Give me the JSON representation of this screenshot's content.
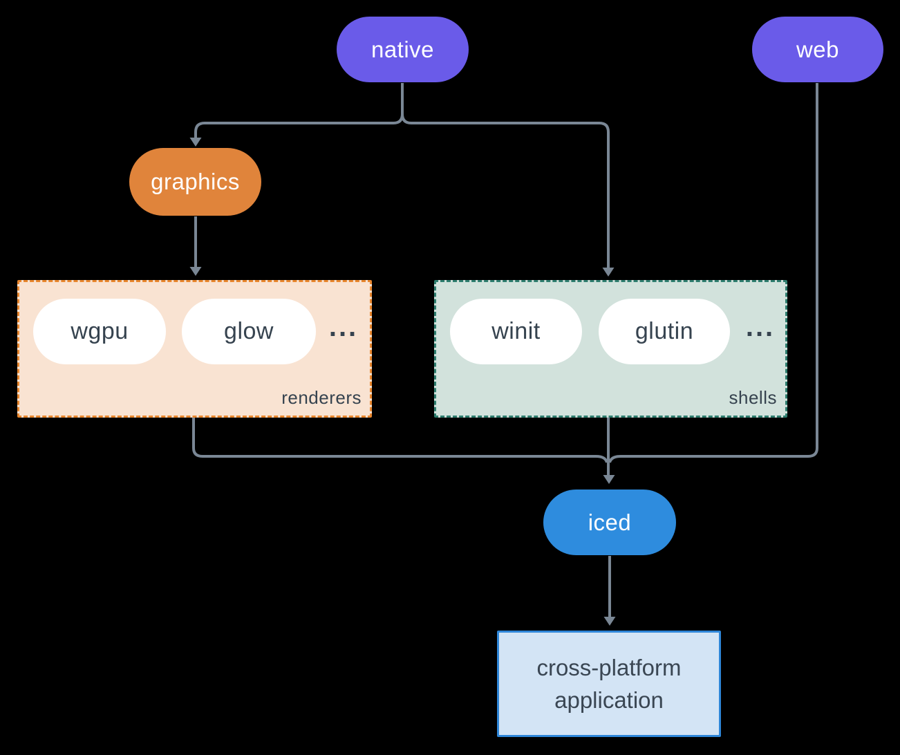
{
  "diagram": {
    "nodes": {
      "native": {
        "label": "native",
        "color": "#6A5BE9"
      },
      "web": {
        "label": "web",
        "color": "#6A5BE9"
      },
      "graphics": {
        "label": "graphics",
        "color": "#E0843B"
      },
      "iced": {
        "label": "iced",
        "color": "#2E8CDE"
      }
    },
    "groups": {
      "renderers": {
        "label": "renderers",
        "items": [
          "wgpu",
          "glow"
        ],
        "more": "...",
        "fill": "#F9E3D2",
        "border_color": "#E8862D"
      },
      "shells": {
        "label": "shells",
        "items": [
          "winit",
          "glutin"
        ],
        "more": "...",
        "fill": "#D2E2DC",
        "border_color": "#2E7D6E"
      }
    },
    "application": {
      "lines": [
        "cross-platform",
        "application"
      ],
      "fill": "#D3E4F5",
      "border_color": "#2E86D8"
    },
    "connector_color": "#7A8795",
    "background_color": "#000000"
  }
}
